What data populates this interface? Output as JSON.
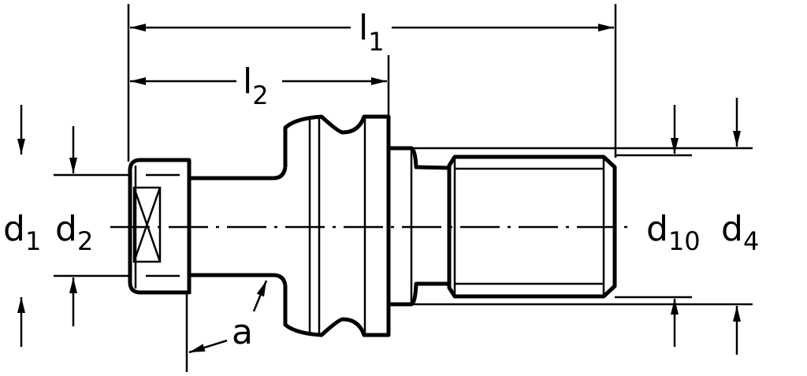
{
  "diagram": {
    "title": "Pull stud dimension drawing",
    "labels": {
      "l1": {
        "main": "l",
        "sub": "1"
      },
      "l2": {
        "main": "l",
        "sub": "2"
      },
      "d1": {
        "main": "d",
        "sub": "1"
      },
      "d2": {
        "main": "d",
        "sub": "2"
      },
      "d10": {
        "main": "d",
        "sub": "10"
      },
      "d4": {
        "main": "d",
        "sub": "4"
      },
      "a": "a"
    },
    "colors": {
      "line": "#000000",
      "background": "#ffffff"
    }
  }
}
